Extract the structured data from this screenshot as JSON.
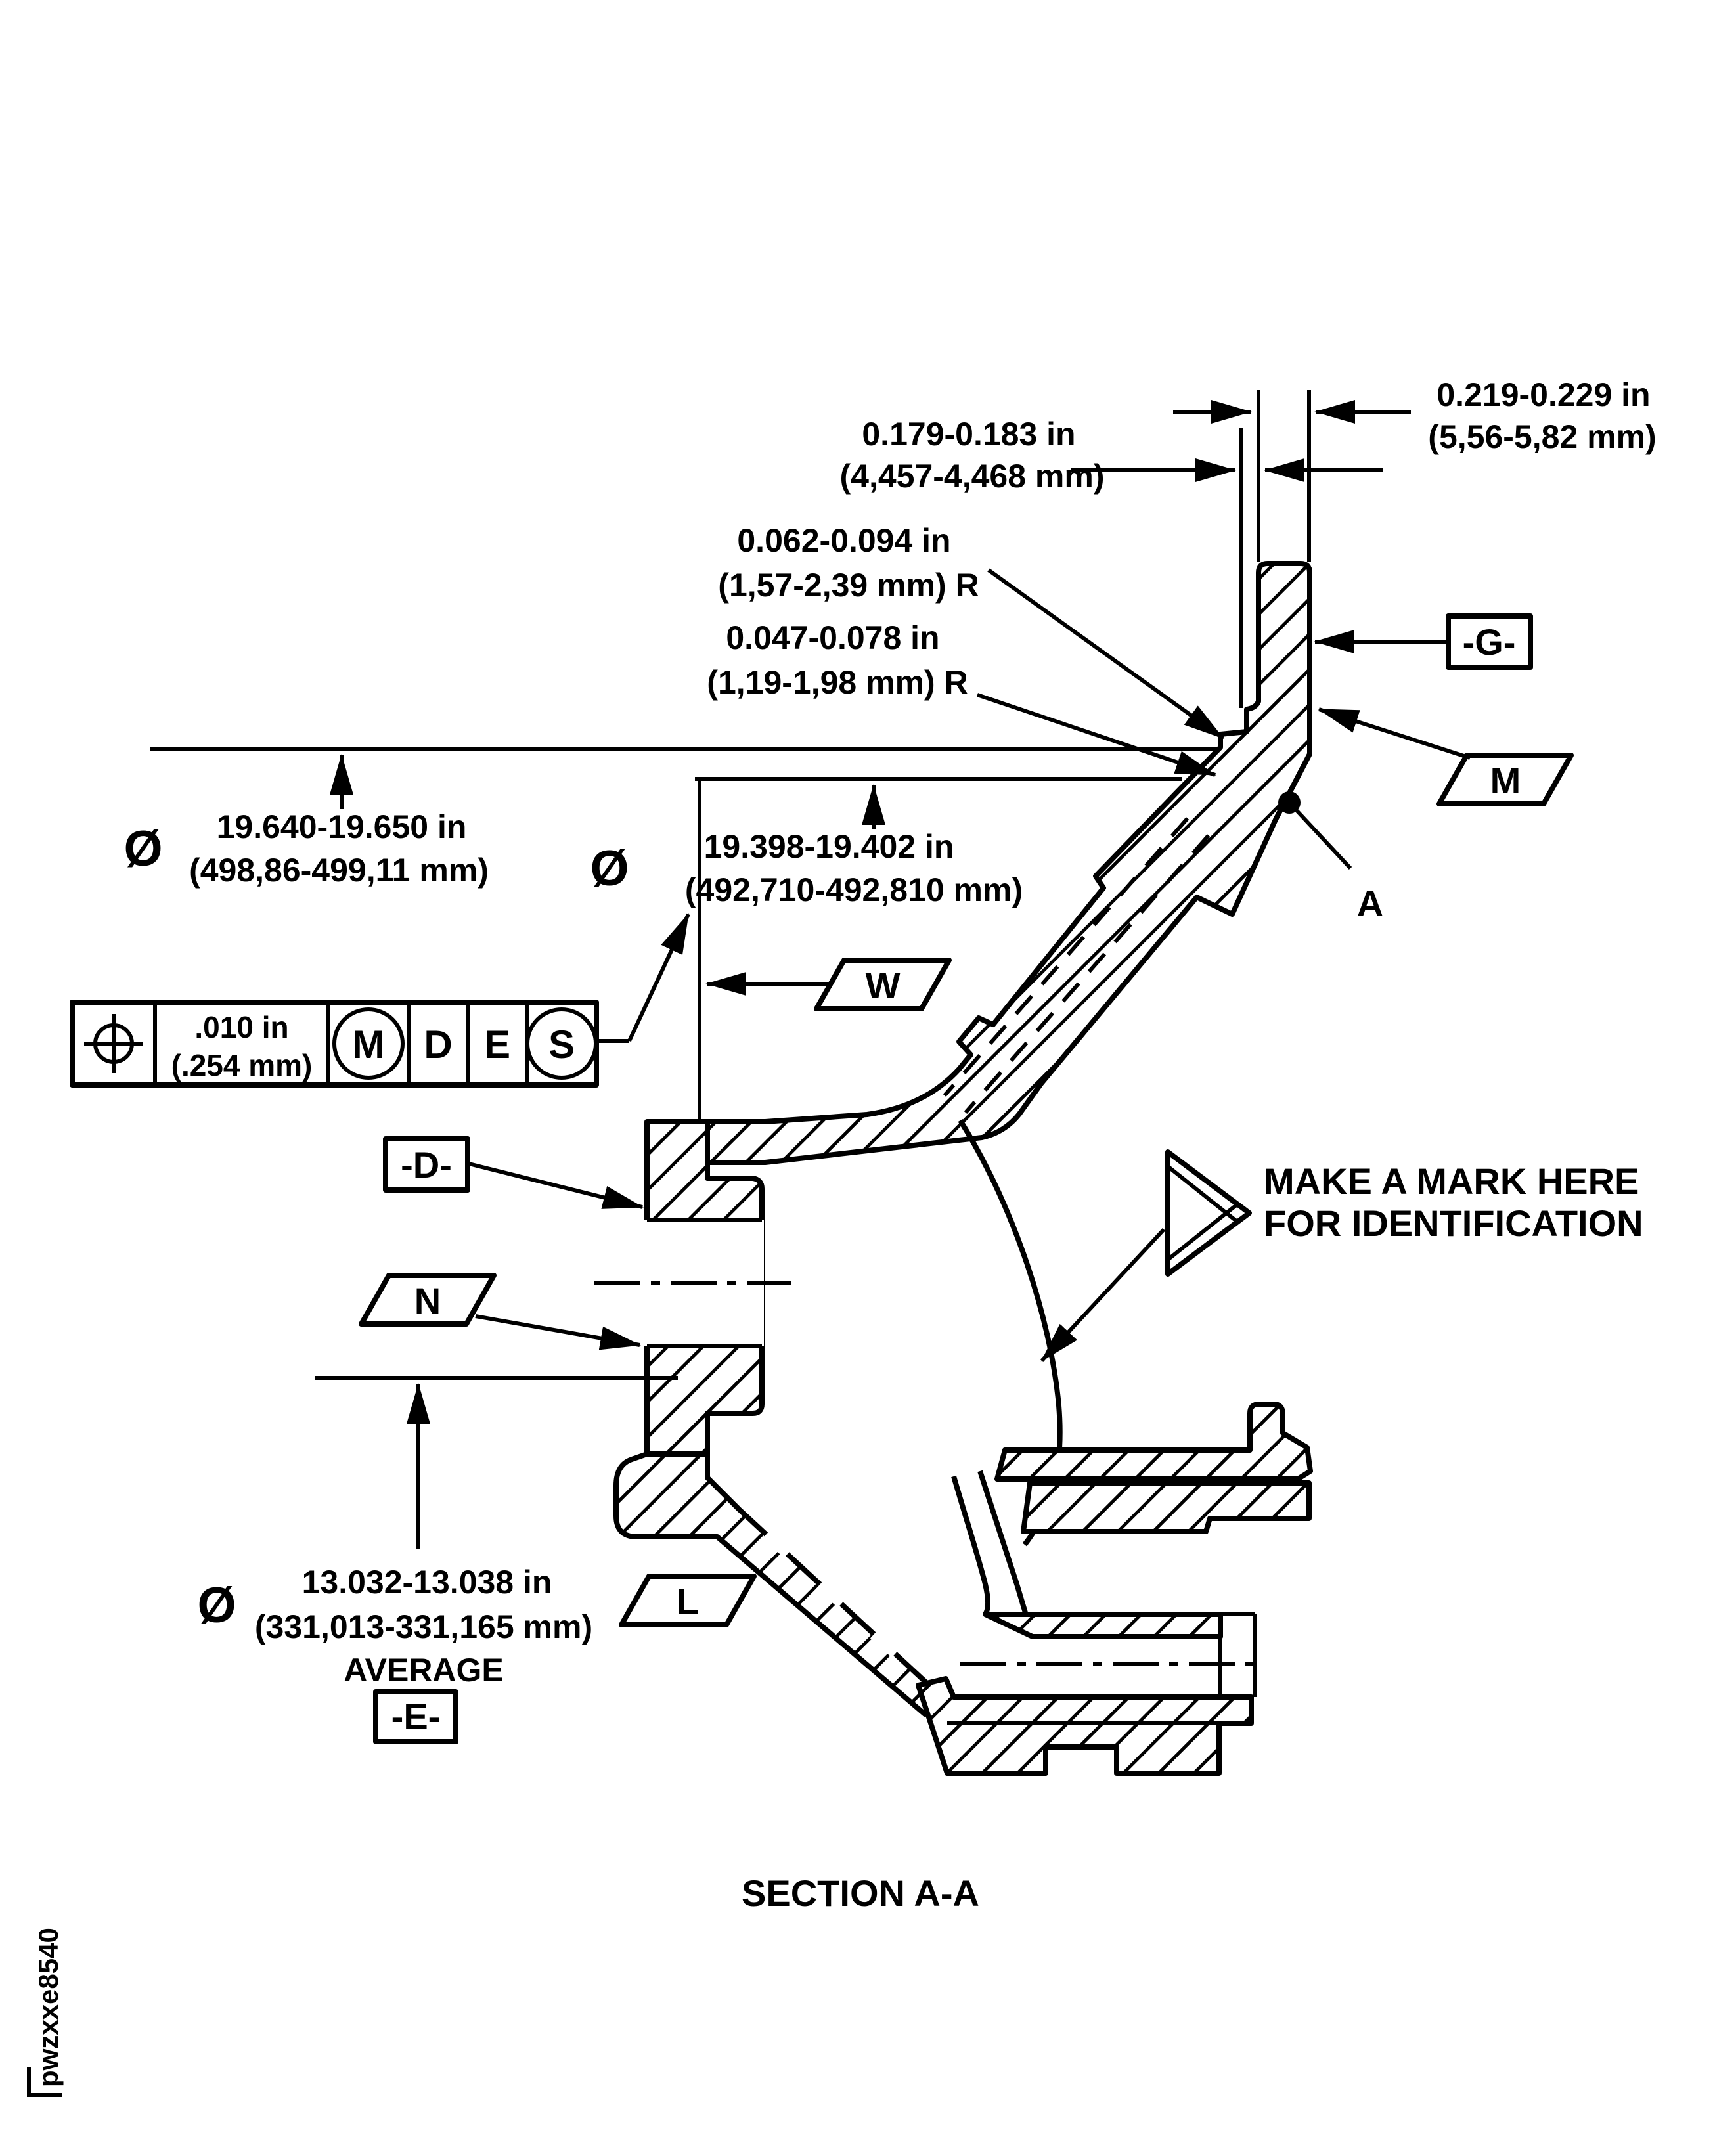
{
  "drawing": {
    "section_title": "SECTION A-A",
    "figure_code": "pwzxxe8540",
    "note": {
      "line1": "MAKE A MARK HERE",
      "line2": "FOR IDENTIFICATION"
    },
    "point_label": "A",
    "dims": {
      "flange_width": {
        "in": "0.219-0.229 in",
        "mm": "(5,56-5,82 mm)"
      },
      "seat_width": {
        "in": "0.179-0.183 in",
        "mm": "(4,457-4,468 mm)"
      },
      "radius_upper": {
        "in": "0.062-0.094 in",
        "mm": "(1,57-2,39 mm) R"
      },
      "radius_lower": {
        "in": "0.047-0.078 in",
        "mm": "(1,19-1,98 mm) R"
      },
      "dia_outer": {
        "symbol": "Ø",
        "in": "19.640-19.650 in",
        "mm": "(498,86-499,11 mm)"
      },
      "dia_seat": {
        "symbol": "Ø",
        "in": "19.398-19.402 in",
        "mm": "(492,710-492,810 mm)"
      },
      "dia_hub": {
        "symbol": "Ø",
        "in": "13.032-13.038 in",
        "mm": "(331,013-331,165 mm)",
        "qualifier": "AVERAGE"
      }
    },
    "fcf": {
      "tol_in": ".010 in",
      "tol_mm": "(.254 mm)",
      "material_modifier": "M",
      "datum_primary": "D",
      "datum_secondary": "E",
      "modifier_s": "S"
    },
    "datum_boxes": {
      "g": "-G-",
      "d": "-D-",
      "e": "-E-"
    },
    "surface_flags": {
      "m": "M",
      "w": "W",
      "n": "N",
      "l": "L"
    },
    "colors": {
      "ink": "#000000",
      "paper": "#ffffff"
    }
  }
}
